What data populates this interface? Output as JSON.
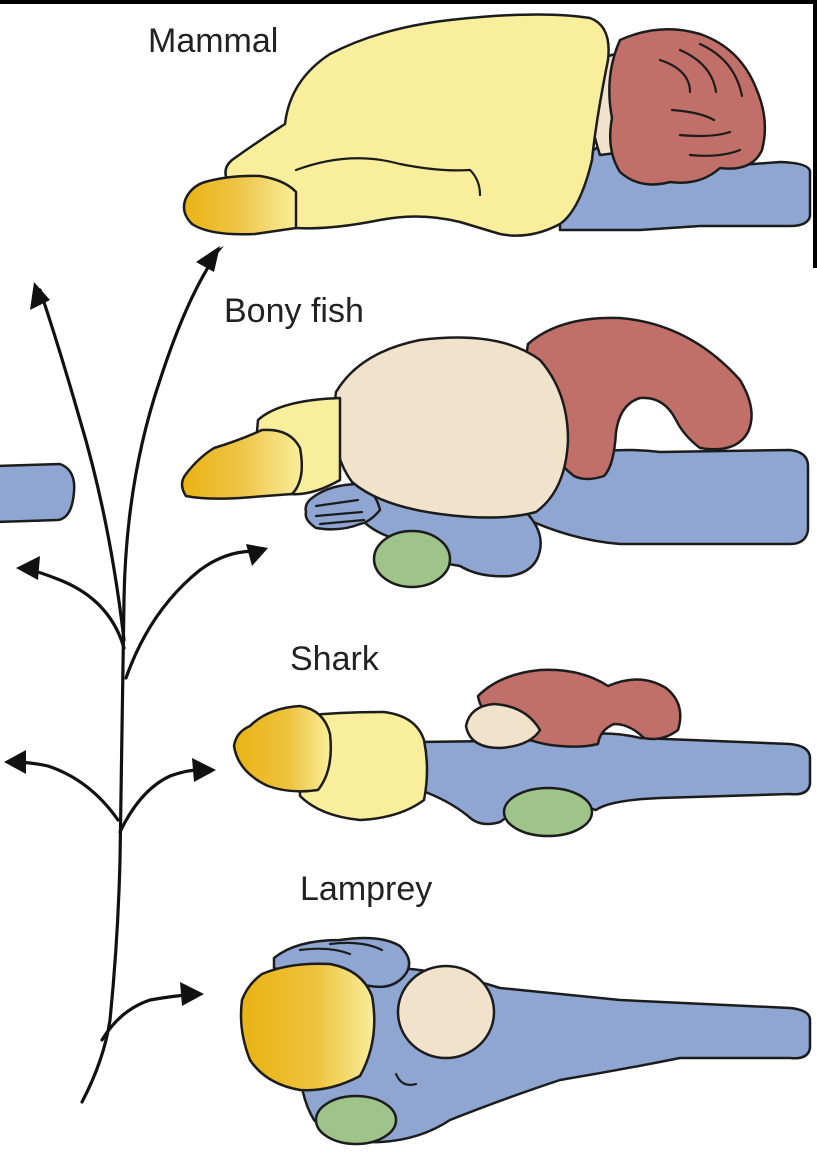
{
  "labels": {
    "mammal": "Mammal",
    "bony_fish": "Bony fish",
    "shark": "Shark",
    "lamprey": "Lamprey"
  },
  "region_colors": {
    "olfactory": "#e9b313",
    "forebrain": "#f9ee9b",
    "midbrain": "#f1e2cc",
    "cerebellum": "#c07068",
    "hindbrain": "#8fa6d3",
    "pituitary": "#9fc48a"
  },
  "icons": [
    "brain-mammal",
    "brain-bony-fish",
    "brain-shark",
    "brain-lamprey",
    "phylogenetic-tree"
  ]
}
